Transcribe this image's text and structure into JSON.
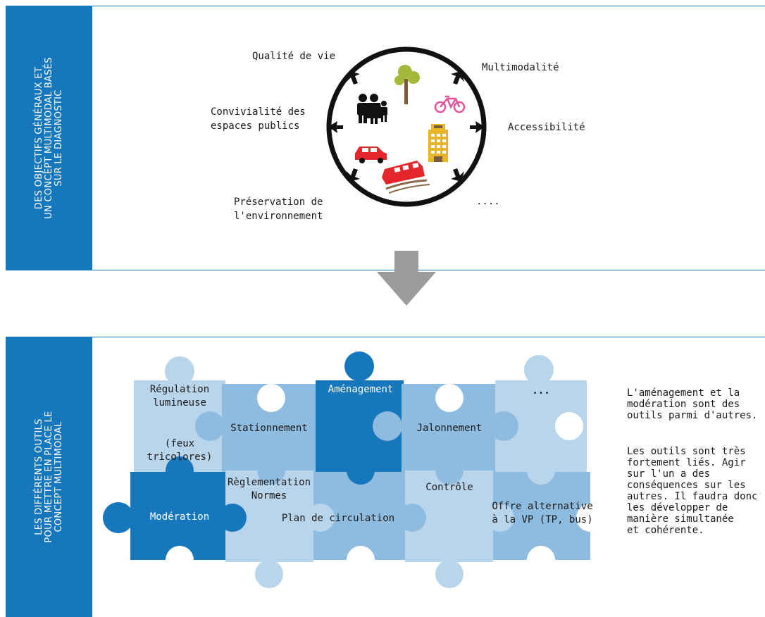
{
  "top_section": {
    "sidebar_lines": [
      "DES OBJECTIFS GÉNÉRAUX ET",
      "UN CONCEPT MULTIMODAL BASÉS",
      "SUR LE DIAGNOSTIC"
    ],
    "objectives": {
      "qualite": "Qualité de vie",
      "multimodalite": "Multimodalité",
      "convivialite": [
        "Convivialité des",
        "espaces publics"
      ],
      "accessibilite": "Accessibilité",
      "preservation": [
        "Préservation de",
        "l'environnement"
      ],
      "etc": "...."
    },
    "icons": [
      "family-icon",
      "tree-icon",
      "bicycle-icon",
      "car-icon",
      "building-icon",
      "train-icon"
    ]
  },
  "bottom_section": {
    "sidebar_lines": [
      "LES DIFFÉRENTS OUTILS",
      "POUR METTRE EN PLACE LE",
      "CONCEPT MULTIMODAL"
    ],
    "tools": {
      "regulation_a": [
        "Régulation",
        "lumineuse"
      ],
      "regulation_b": [
        "(feux",
        "tricolores)"
      ],
      "stationnement": "Stationnement",
      "amenagement": "Aménagement",
      "jalonnement": "Jalonnement",
      "more": "...",
      "moderation": "Modération",
      "reglementation": [
        "Règlementation",
        "Normes"
      ],
      "plan": "Plan de circulation",
      "controle": "Contrôle",
      "offre": [
        "Offre alternative",
        "à la VP (TP, bus)"
      ]
    },
    "note_p1": [
      "L'aménagement et la",
      "modération sont des",
      "outils parmi d'autres."
    ],
    "note_p2": [
      "Les outils sont très",
      "fortement liés. Agir",
      "sur l'un a des",
      "conséquences sur les",
      "autres. Il faudra donc",
      "les développer de",
      "manière simultanée",
      "et cohérente."
    ]
  },
  "colors": {
    "sidebar_blue": "#1677bd",
    "dark_blue": "#1677bd",
    "mid_blue": "#8ebbe0",
    "light_blue": "#b9d5ec",
    "arrow_grey": "#9b9b9b"
  }
}
